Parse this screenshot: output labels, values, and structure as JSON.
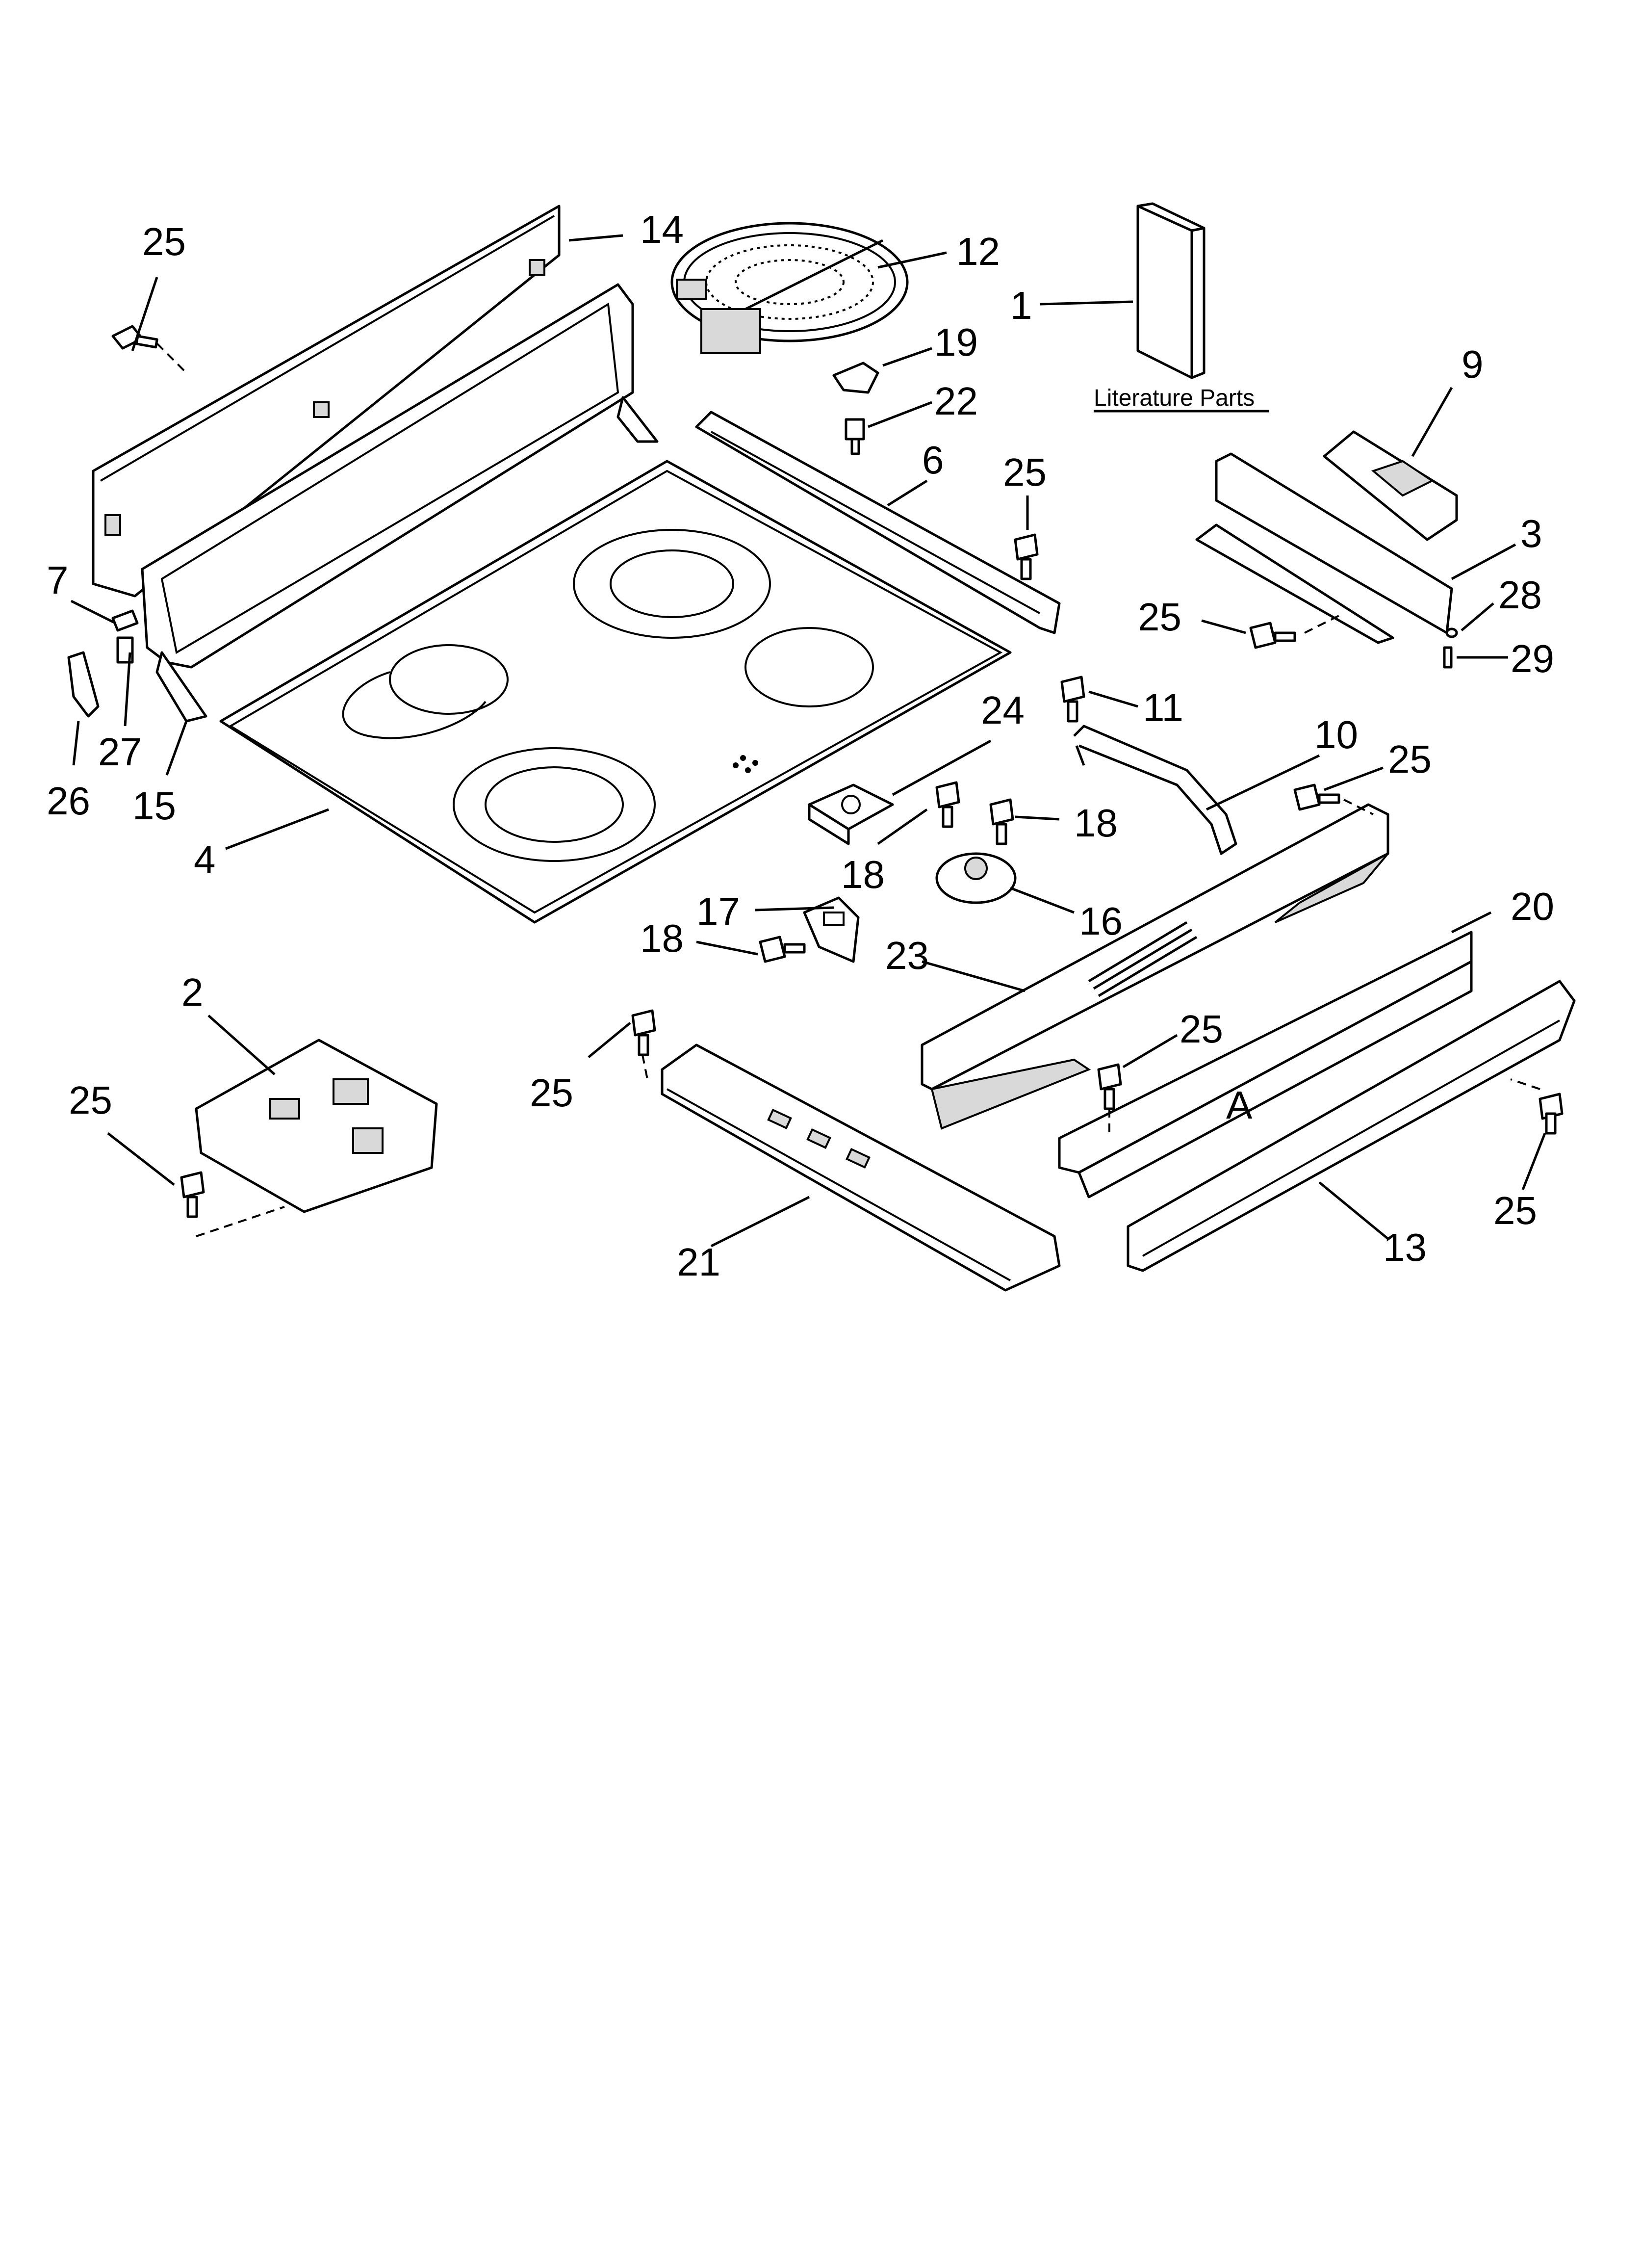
{
  "callouts": [
    {
      "id": "c14",
      "text": "14"
    },
    {
      "id": "c12",
      "text": "12"
    },
    {
      "id": "c1",
      "text": "1"
    },
    {
      "id": "c25a",
      "text": "25"
    },
    {
      "id": "c19",
      "text": "19"
    },
    {
      "id": "c22",
      "text": "22"
    },
    {
      "id": "c9",
      "text": "9"
    },
    {
      "id": "c6",
      "text": "6"
    },
    {
      "id": "c25b",
      "text": "25"
    },
    {
      "id": "c3",
      "text": "3"
    },
    {
      "id": "c7",
      "text": "7"
    },
    {
      "id": "c25c",
      "text": "25"
    },
    {
      "id": "c28",
      "text": "28"
    },
    {
      "id": "c29",
      "text": "29"
    },
    {
      "id": "c11",
      "text": "11"
    },
    {
      "id": "c24",
      "text": "24"
    },
    {
      "id": "c27",
      "text": "27"
    },
    {
      "id": "c26",
      "text": "26"
    },
    {
      "id": "c15",
      "text": "15"
    },
    {
      "id": "c10",
      "text": "10"
    },
    {
      "id": "c25d",
      "text": "25"
    },
    {
      "id": "c18a",
      "text": "18"
    },
    {
      "id": "c18b",
      "text": "18"
    },
    {
      "id": "c4",
      "text": "4"
    },
    {
      "id": "c17",
      "text": "17"
    },
    {
      "id": "c16",
      "text": "16"
    },
    {
      "id": "c20",
      "text": "20"
    },
    {
      "id": "c18c",
      "text": "18"
    },
    {
      "id": "c23",
      "text": "23"
    },
    {
      "id": "c2",
      "text": "2"
    },
    {
      "id": "c25e",
      "text": "25"
    },
    {
      "id": "c25f",
      "text": "25"
    },
    {
      "id": "c25g",
      "text": "25"
    },
    {
      "id": "c21",
      "text": "21"
    },
    {
      "id": "c13",
      "text": "13"
    },
    {
      "id": "c25h",
      "text": "25"
    }
  ],
  "literature_label": "Literature Parts",
  "cooktop_center_mark": "A"
}
